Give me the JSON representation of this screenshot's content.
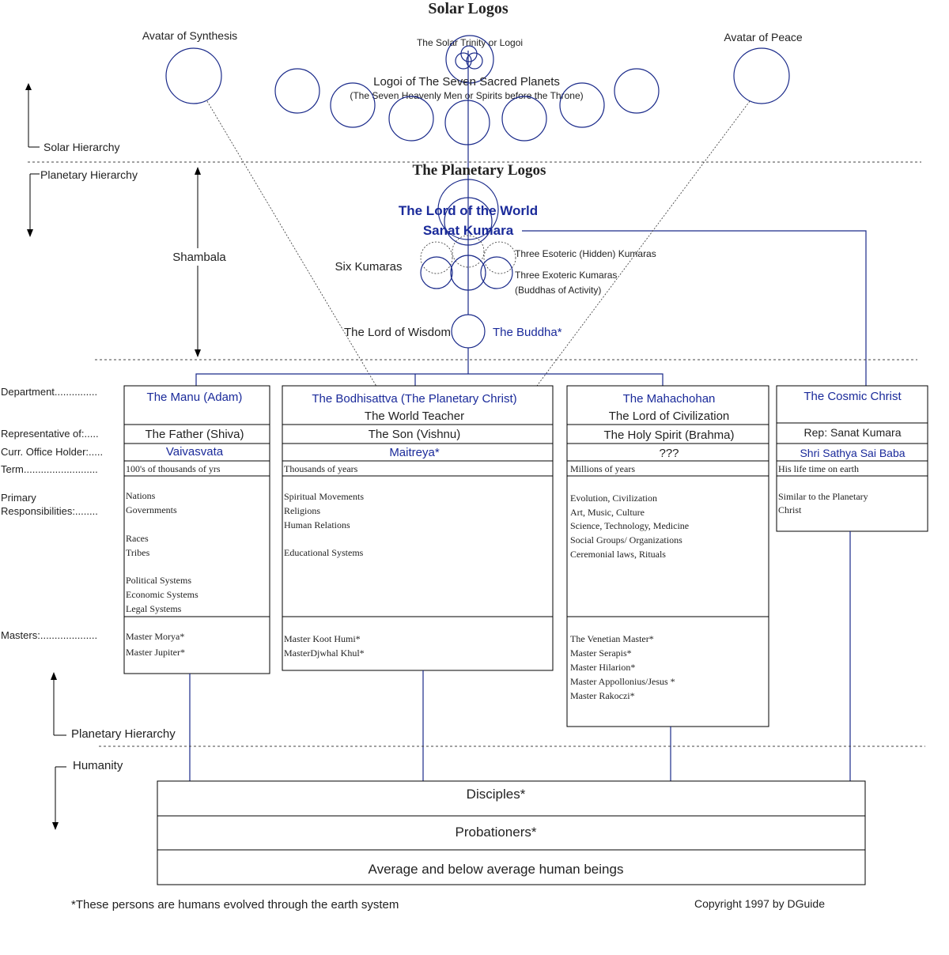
{
  "solar": {
    "title": "Solar Logos",
    "avatar_synthesis": "Avatar of Synthesis",
    "avatar_peace": "Avatar of Peace",
    "trinity": "The Solar Trinity or Logoi",
    "seven_planets": "Logoi of The Seven Sacred Planets",
    "seven_planets_sub": "(The Seven Heavenly Men or Spirits before the Throne)"
  },
  "levels": {
    "solar_hierarchy": "Solar Hierarchy",
    "planetary_hierarchy_top": "Planetary Hierarchy",
    "shambala": "Shambala",
    "planetary_hierarchy_bottom": "Planetary Hierarchy",
    "humanity": "Humanity"
  },
  "planetary": {
    "title": "The Planetary Logos",
    "lord_world": "The Lord of the World",
    "sanat": "Sanat Kumara",
    "six_kumaras": "Six Kumaras",
    "esoteric": "Three Esoteric (Hidden) Kumaras",
    "exoteric": "Three Exoteric Kumaras",
    "exoteric_sub": "(Buddhas of Activity)",
    "lord_wisdom": "The Lord of Wisdom",
    "buddha": "The Buddha*"
  },
  "row_labels": {
    "department": "Department...............",
    "representative": "Representative of:.....",
    "office": "Curr. Office Holder:.....",
    "term": "Term..........................",
    "primary_1": "Primary",
    "primary_2": "Responsibilities:........",
    "masters": "Masters:...................."
  },
  "departments": {
    "manu": {
      "name": "The Manu (Adam)",
      "rep": "The Father (Shiva)",
      "holder": "Vaivasvata",
      "term": "100's of thousands of yrs",
      "resp": [
        "Nations",
        "Governments",
        "",
        "Races",
        "Tribes",
        "",
        "Political Systems",
        "Economic Systems",
        "Legal Systems"
      ],
      "masters": [
        "Master Morya*",
        "Master Jupiter*"
      ]
    },
    "bodhisattva": {
      "name": "The Bodhisattva (The Planetary Christ)",
      "sub": "The World Teacher",
      "rep": "The Son (Vishnu)",
      "holder": "Maitreya*",
      "term": "Thousands of years",
      "resp": [
        "Spiritual Movements",
        "Religions",
        "Human Relations",
        "",
        "Educational Systems"
      ],
      "masters": [
        "Master Koot Humi*",
        "MasterDjwhal Khul*"
      ]
    },
    "mahachohan": {
      "name": "The Mahachohan",
      "sub": "The Lord of Civilization",
      "rep": "The Holy Spirit (Brahma)",
      "holder": "???",
      "term": "Millions of years",
      "resp": [
        "Evolution, Civilization",
        "Art, Music, Culture",
        "Science, Technology, Medicine",
        "Social Groups/ Organizations",
        "Ceremonial laws, Rituals"
      ],
      "masters": [
        "The Venetian Master*",
        "Master Serapis*",
        "Master Hilarion*",
        "Master Appollonius/Jesus *",
        "Master Rakoczi*"
      ]
    },
    "cosmic": {
      "name": "The Cosmic Christ",
      "rep": "Rep: Sanat Kumara",
      "holder": "Shri Sathya Sai Baba",
      "term": "His life time on earth",
      "resp": [
        "Similar to the Planetary",
        "Christ"
      ]
    }
  },
  "humanity": {
    "disciples": "Disciples*",
    "probationers": "Probationers*",
    "average": "Average and below average human beings"
  },
  "footer": {
    "note": "*These persons are humans evolved through the earth system",
    "copyright": "Copyright 1997 by DGuide"
  },
  "colors": {
    "accent": "#1a2a9a",
    "line": "#1a2a8a",
    "text": "#222222"
  }
}
